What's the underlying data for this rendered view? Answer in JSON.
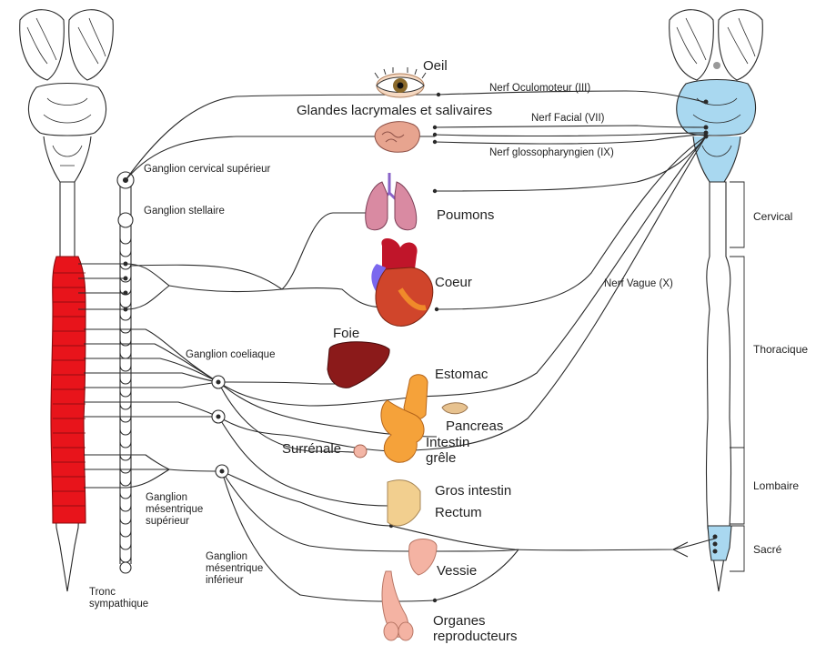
{
  "organs": {
    "eye": "Oeil",
    "glands": "Glandes lacrymales et salivaires",
    "lungs": "Poumons",
    "heart": "Coeur",
    "liver": "Foie",
    "stomach": "Estomac",
    "pancreas": "Pancreas",
    "small_intestine": "Intestin\ngrêle",
    "adrenal": "Surrénale",
    "large_intestine": "Gros intestin",
    "rectum": "Rectum",
    "bladder": "Vessie",
    "reproductive": "Organes\nreproducteurs"
  },
  "ganglia": {
    "superior_cervical": "Ganglion cervical supérieur",
    "stellate": "Ganglion stellaire",
    "celiac": "Ganglion coeliaque",
    "superior_mesenteric": "Ganglion\nmésentrique\nsupérieur",
    "inferior_mesenteric": "Ganglion\nmésentrique\ninférieur",
    "sympathetic_trunk": "Tronc\nsympathique"
  },
  "nerves": {
    "oculomotor": "Nerf Oculomoteur (III)",
    "facial": "Nerf Facial (VII)",
    "glossopharyngeal": "Nerf glossopharyngien (IX)",
    "vagus": "Nerf Vague (X)"
  },
  "regions": {
    "cervical": "Cervical",
    "thoracic": "Thoracique",
    "lumbar": "Lombaire",
    "sacral": "Sacré"
  },
  "colors": {
    "sympathetic": "#e8141b",
    "parasympathetic": "#a9d8f0",
    "line": "#2a2a2a"
  }
}
